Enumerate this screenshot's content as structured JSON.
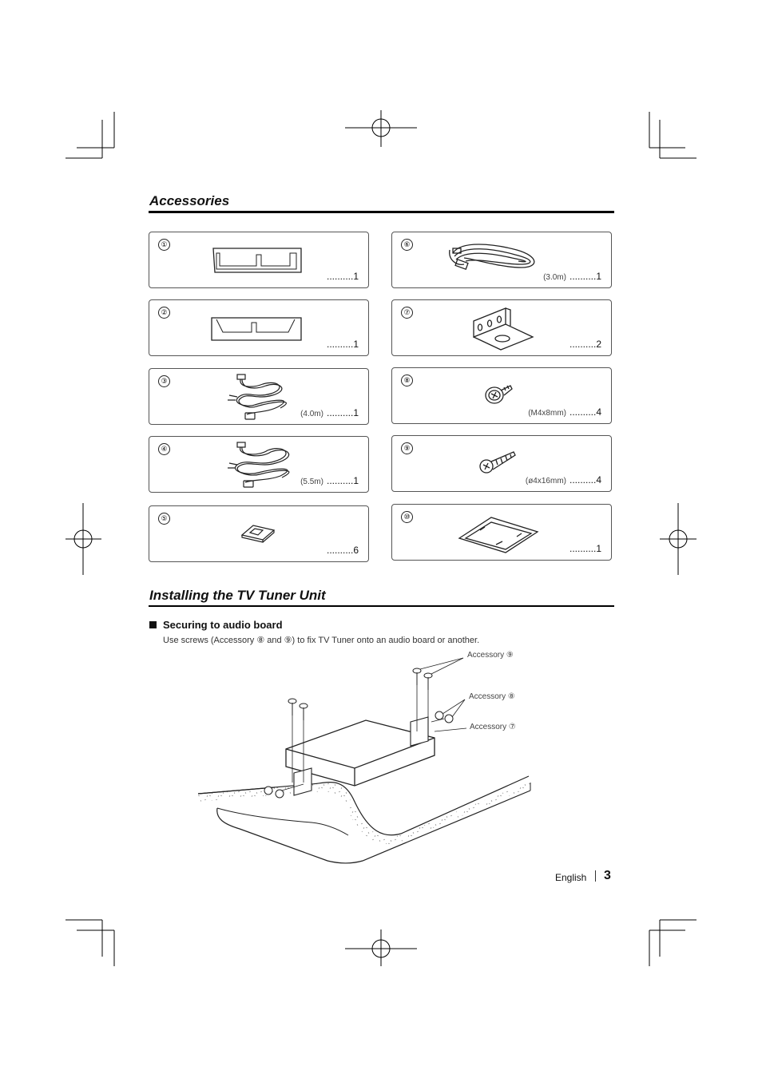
{
  "sections": {
    "accessories_title": "Accessories",
    "install_title": "Installing the TV Tuner Unit"
  },
  "accessories": [
    {
      "num": "①",
      "spec": "",
      "qty": "..........1",
      "icon": "bracket-icon"
    },
    {
      "num": "②",
      "spec": "",
      "qty": "..........1",
      "icon": "bracket-icon"
    },
    {
      "num": "③",
      "spec": "(4.0m)",
      "qty": "..........1",
      "icon": "antenna-cable-icon"
    },
    {
      "num": "④",
      "spec": "(5.5m)",
      "qty": "..........1",
      "icon": "antenna-cable-icon"
    },
    {
      "num": "⑤",
      "spec": "",
      "qty": "..........6",
      "icon": "cable-clamp-icon"
    },
    {
      "num": "⑥",
      "spec": "(3.0m)",
      "qty": "..........1",
      "icon": "cable-icon"
    },
    {
      "num": "⑦",
      "spec": "",
      "qty": "..........2",
      "icon": "mounting-bracket-icon"
    },
    {
      "num": "⑧",
      "spec": "(M4x8mm)",
      "qty": "..........4",
      "icon": "screw-icon"
    },
    {
      "num": "⑨",
      "spec": "(ø4x16mm)",
      "qty": "..........4",
      "icon": "tapping-screw-icon"
    },
    {
      "num": "⑩",
      "spec": "",
      "qty": "..........1",
      "icon": "cleaning-pad-icon"
    }
  ],
  "install": {
    "subheading": "Securing to audio board",
    "body": "Use screws (Accessory ⑧ and ⑨) to fix TV Tuner onto an audio board or another.",
    "callouts": {
      "acc9": "Accessory ⑨",
      "acc8": "Accessory ⑧",
      "acc7": "Accessory ⑦"
    }
  },
  "footer": {
    "language": "English",
    "page": "3"
  }
}
